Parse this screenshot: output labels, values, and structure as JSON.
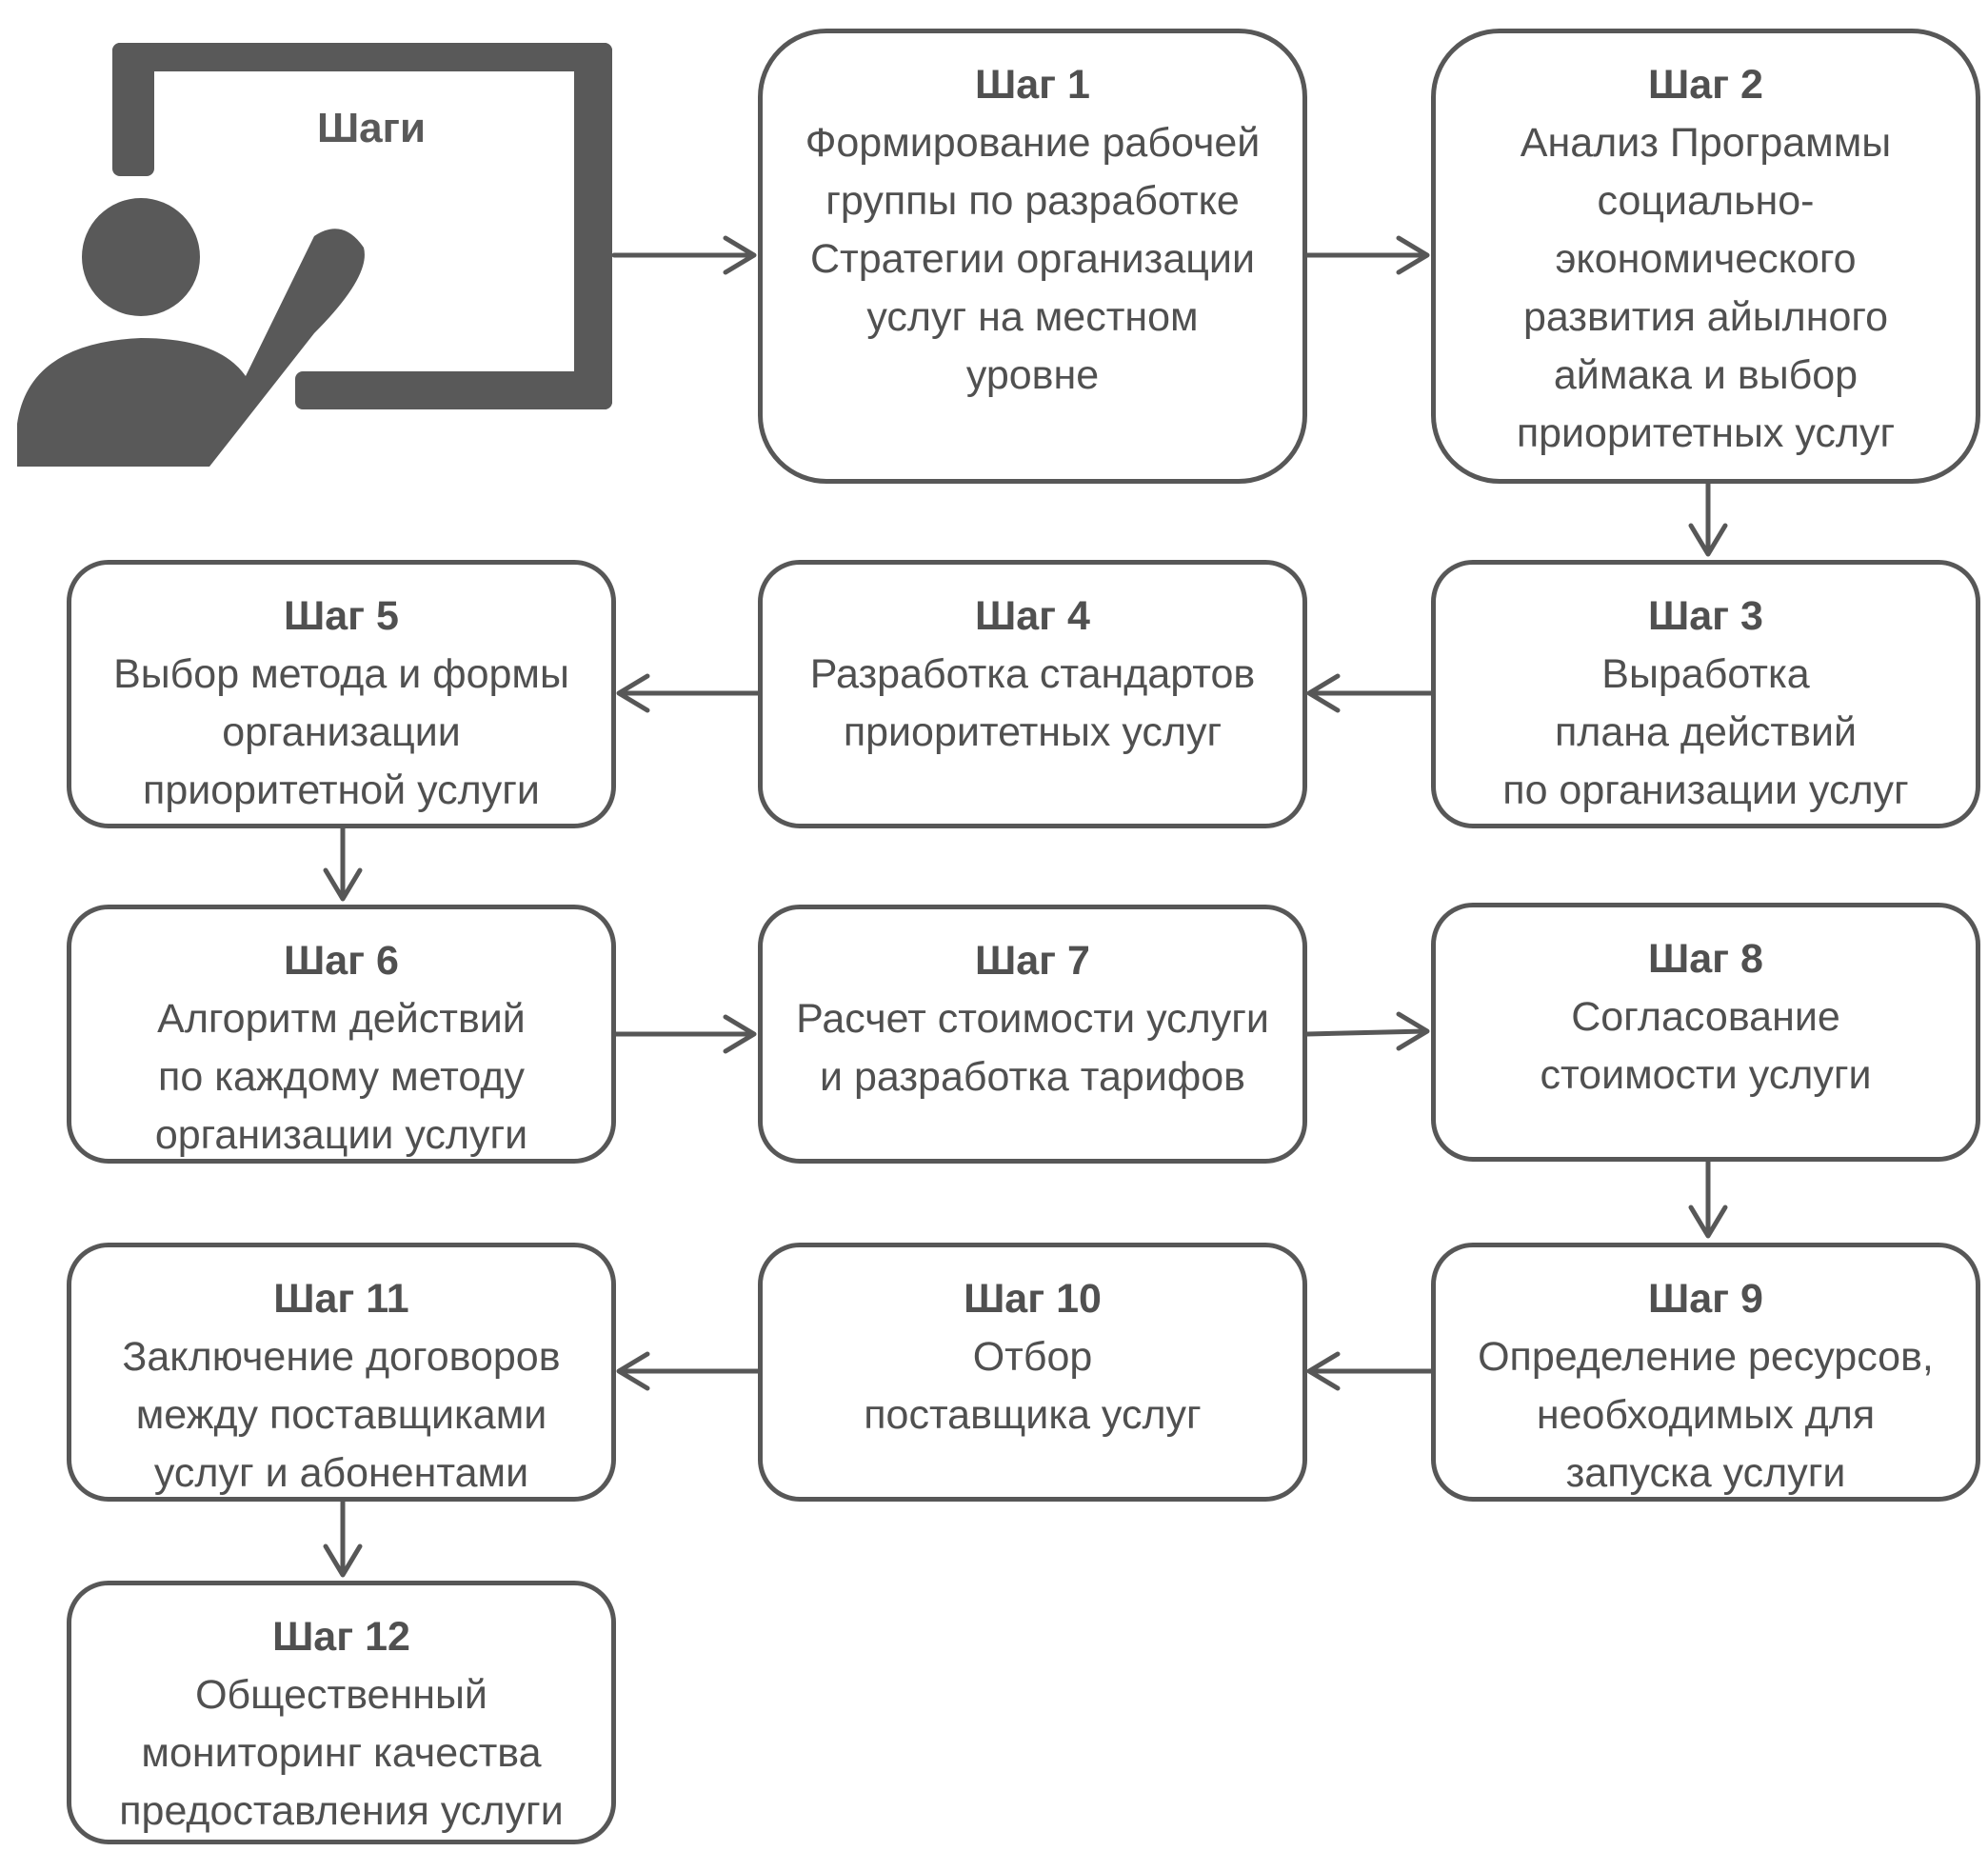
{
  "icon": {
    "name": "teacher-at-board-icon",
    "label": "Шаги",
    "color": "#595959"
  },
  "colors": {
    "border": "#575757",
    "text": "#505050",
    "arrow": "#575757"
  },
  "steps": [
    {
      "title": "Шаг 1",
      "text": "Формирование рабочей\nгруппы по разработке\nСтратегии организации\nуслуг на местном\nуровне"
    },
    {
      "title": "Шаг 2",
      "text": "Анализ Программы\nсоциально-\nэкономического\nразвития айылного\nаймака и выбор\nприоритетных услуг"
    },
    {
      "title": "Шаг 3",
      "text": "Выработка\nплана действий\nпо организации услуг"
    },
    {
      "title": "Шаг 4",
      "text": "Разработка стандартов\nприоритетных услуг"
    },
    {
      "title": "Шаг 5",
      "text": "Выбор метода и формы\nорганизации\nприоритетной услуги"
    },
    {
      "title": "Шаг 6",
      "text": "Алгоритм действий\nпо каждому методу\nорганизации услуги"
    },
    {
      "title": "Шаг 7",
      "text": "Расчет стоимости услуги\nи разработка тарифов"
    },
    {
      "title": "Шаг 8",
      "text": "Согласование\nстоимости услуги"
    },
    {
      "title": "Шаг 9",
      "text": "Определение ресурсов,\nнеобходимых для\nзапуска услуги"
    },
    {
      "title": "Шаг 10",
      "text": "Отбор\nпоставщика услуг"
    },
    {
      "title": "Шаг 11",
      "text": "Заключение договоров\nмежду поставщиками\nуслуг и абонентами"
    },
    {
      "title": "Шаг 12",
      "text": "Общественный\nмониторинг качества\nпредоставления услуги"
    }
  ]
}
